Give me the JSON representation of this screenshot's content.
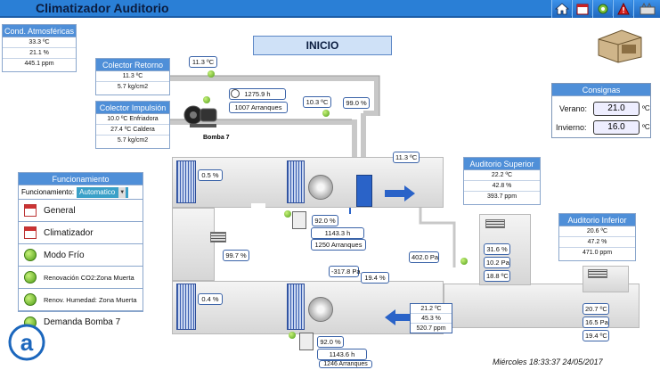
{
  "header": {
    "title": "Climatizador Auditorio"
  },
  "toolbar": {
    "icons": [
      "home-icon",
      "calendar-icon",
      "gear-icon",
      "alarm-icon",
      "plant-icon"
    ]
  },
  "main": {
    "title": "INICIO"
  },
  "cond_atmosfericas": {
    "title": "Cond. Atmosféricas",
    "rows": [
      "33.3 ºC",
      "21.1 %",
      "445.1 ppm"
    ]
  },
  "colector_retorno": {
    "title": "Colector Retorno",
    "rows": [
      "11.3 ºC",
      "5.7 kg/cm2"
    ]
  },
  "colector_impulsion": {
    "title": "Colector Impulsión",
    "rows": [
      "10.0 ºC Enfriadora",
      "27.4 ºC Caldera",
      "5.7 kg/cm2"
    ]
  },
  "bomba": {
    "label": "Bomba 7",
    "hours": "1275.9 h",
    "starts": "1007 Arranques"
  },
  "pipe": {
    "temp_top": "11.3 ºC",
    "temp_mid": "10.3 ºC",
    "valve": "99.0 %",
    "temp_right": "11.3 ºC"
  },
  "auditorio_superior": {
    "title": "Auditorio Superior",
    "rows": [
      "22.2 ºC",
      "42.8 %",
      "393.7 ppm"
    ],
    "readings": [
      "31.6 %",
      "10.2 Pa",
      "18.8 ºC"
    ]
  },
  "auditorio_inferior": {
    "title": "Auditorio Inferior",
    "rows": [
      "20.6 ºC",
      "47.2 %",
      "471.0 ppm"
    ],
    "readings": [
      "20.7 ºC",
      "16.5 Pa",
      "19.4 ºC"
    ]
  },
  "consignas": {
    "title": "Consignas",
    "verano_label": "Verano:",
    "verano_value": "21.0",
    "invierno_label": "Invierno:",
    "invierno_value": "16.0",
    "unit": "ºC"
  },
  "funcionamiento": {
    "title": "Funcionamiento",
    "mode_label": "Funcionamiento:",
    "mode_value": "Automatico",
    "items": [
      "General",
      "Climatizador",
      "Modo Frío",
      "Renovación CO2:Zona Muerta",
      "Renov. Humedad: Zona Muerta",
      "Demanda Bomba 7"
    ]
  },
  "ahu": {
    "damper_top": "0.5 %",
    "damper_mid": "99.7 %",
    "damper_bot": "0.4 %",
    "fan_top_pct": "92.0 %",
    "fan_top_hours": "1143.3 h",
    "fan_top_starts": "1250 Arranques",
    "fan_bot_pct": "92.0 %",
    "fan_bot_hours": "1143.6 h",
    "fan_bot_starts": "1246 Arranques",
    "pressure_mid": "402.0 Pa",
    "pressure_left": "-317.8 Pa",
    "pressure_pct": "19.4 %",
    "supply": [
      "21.2 ºC",
      "45.3 %",
      "520.7 ppm"
    ]
  },
  "footer": {
    "datetime": "Miércoles  18:33:37  24/05/2017"
  },
  "colors": {
    "header": "#2a7fd6",
    "panel_head": "#4f8fd8",
    "ok": "#4e9d18",
    "airflow": "#2a63c8"
  }
}
